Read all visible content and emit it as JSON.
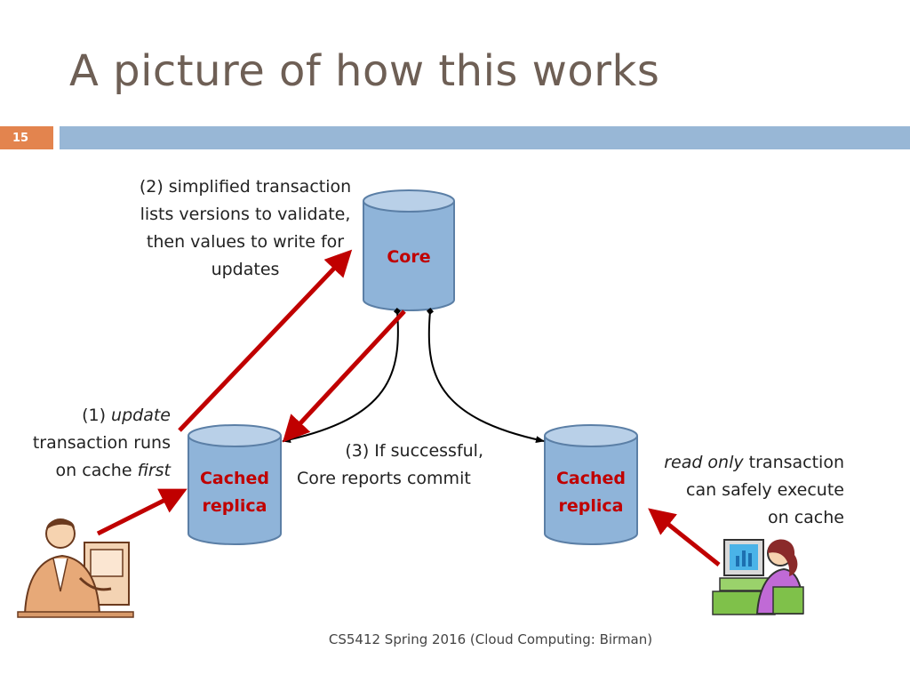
{
  "slide": {
    "title": "A picture of how this works",
    "number": "15",
    "footer": "CS5412 Spring 2016 (Cloud Computing: Birman)"
  },
  "databases": {
    "core": "Core",
    "left_line1": "Cached",
    "left_line2": "replica",
    "right_line1": "Cached",
    "right_line2": "replica"
  },
  "notes": {
    "step2": [
      "(2) simplified transaction",
      "lists versions to validate,",
      "then values to write for",
      "updates"
    ],
    "step1_prefix": "(1) ",
    "step1_em": "update",
    "step1_line2": "transaction runs",
    "step1_line3_prefix": "on cache ",
    "step1_line3_em": "first",
    "step3": [
      "(3) If successful,",
      "Core reports commit"
    ],
    "readonly_em": "read only",
    "readonly_line1_suffix": " transaction",
    "readonly_line2": "can safely execute",
    "readonly_line3": "on cache"
  },
  "colors": {
    "cylinder_fill": "#8fb4d9",
    "cylinder_top": "#b9d0e8",
    "cylinder_stroke": "#5b7fa6",
    "arrow_red": "#c00000",
    "accent_orange": "#e3844e",
    "bar_blue": "#98b7d6"
  }
}
